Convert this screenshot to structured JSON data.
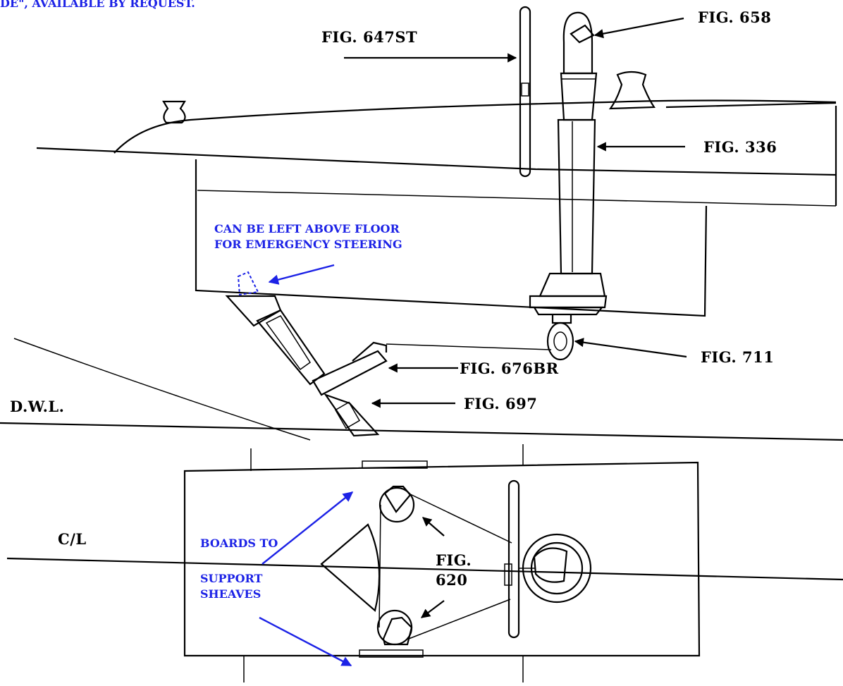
{
  "header_fragment": "DE\", AVAILABLE BY REQUEST.",
  "labels": {
    "fig_647st": "FIG. 647ST",
    "fig_658": "FIG. 658",
    "fig_336": "FIG. 336",
    "fig_711": "FIG. 711",
    "fig_676br": "FIG. 676BR",
    "fig_697": "FIG. 697",
    "fig_620_line1": "FIG.",
    "fig_620_line2": "620",
    "dwl": "D.W.L.",
    "centerline": "C/L"
  },
  "notes": {
    "emergency_line1": "CAN BE LEFT ABOVE FLOOR",
    "emergency_line2": "FOR EMERGENCY STEERING",
    "boards_line1": "BOARDS TO",
    "boards_line2": "SUPPORT",
    "boards_line3": "SHEAVES"
  },
  "colors": {
    "annotation_blue": "#1c22e6",
    "line_black": "#000000"
  }
}
